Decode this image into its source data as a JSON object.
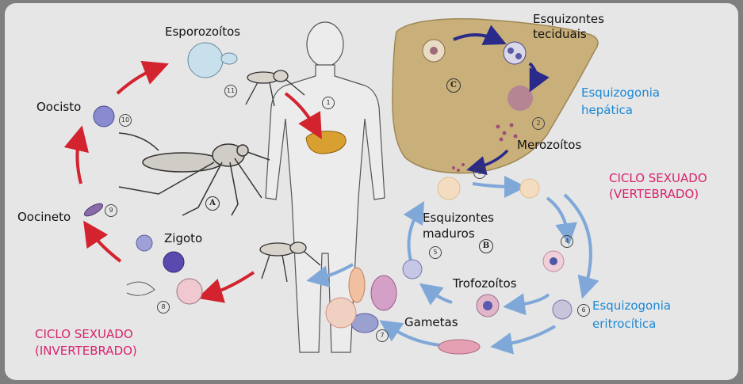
{
  "labels": {
    "esporozoitos": "Esporozoítos",
    "oocisto": "Oocisto",
    "oocineto": "Oocineto",
    "zigoto": "Zigoto",
    "esquizontes_teciduais_1": "Esquizontes",
    "esquizontes_teciduais_2": "teciduais",
    "esquizogonia_hepatica_1": "Esquizogonia",
    "esquizogonia_hepatica_2": "hepática",
    "merozoitos": "Merozoítos",
    "ciclo_vert_1": "CICLO SEXUADO",
    "ciclo_vert_2": "(VERTEBRADO)",
    "esquizontes_maduros_1": "Esquizontes",
    "esquizontes_maduros_2": "maduros",
    "trofozoitos": "Trofozoítos",
    "gametas": "Gametas",
    "esquizogonia_eritro_1": "Esquizogonia",
    "esquizogonia_eritro_2": "eritrocítica",
    "ciclo_invert_1": "CICLO SEXUADO",
    "ciclo_invert_2": "(INVERTEBRADO)"
  },
  "markers": {
    "n1": "1",
    "n2": "2",
    "n3": "3",
    "n4": "4",
    "n5": "5",
    "n6": "6",
    "n7": "7",
    "n8": "8",
    "n9": "9",
    "n10": "10",
    "n11": "11",
    "a": "A",
    "b": "B",
    "c": "C"
  },
  "colors": {
    "vertebrate_arrow": "#7fa8d9",
    "invertebrate_arrow": "#d2232f",
    "liver_arrow": "#2a2a8a",
    "liver": "#c9b07a",
    "blue_text": "#1b88d6",
    "pink_text": "#d9236e"
  }
}
